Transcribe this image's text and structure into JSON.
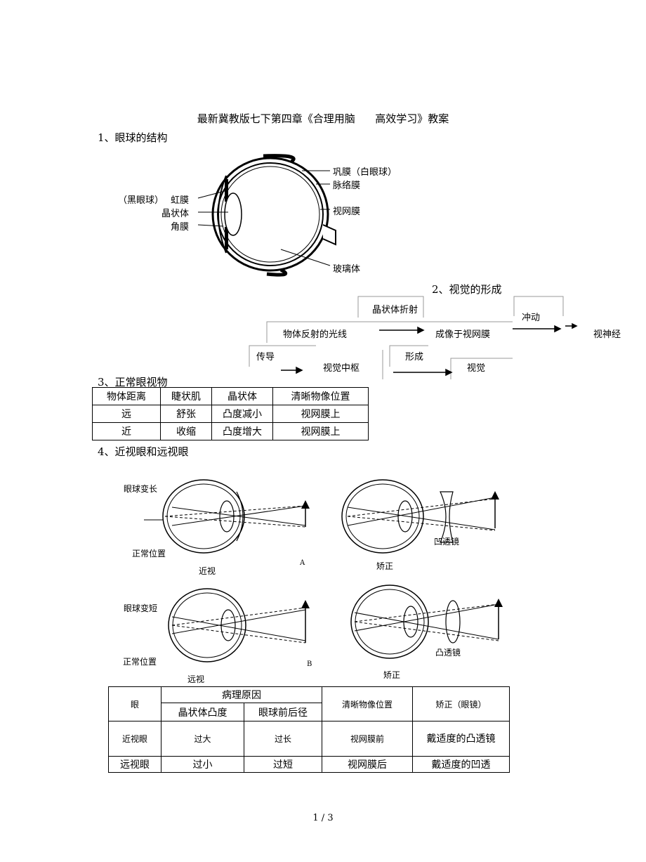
{
  "doc_title": "最新冀教版七下第四章《合理用脑      高效学习》教案",
  "section1": {
    "heading": "1、眼球的结构",
    "labels": {
      "sclera": "巩膜（白眼球）",
      "choroid": "脉络膜",
      "iris_prefix": "（黑眼球）",
      "iris": "虹膜",
      "lens": "晶状体",
      "cornea": "角膜",
      "retina": "视网膜",
      "vitreous": "玻璃体"
    }
  },
  "section2": {
    "heading": "2、视觉的形成",
    "flow": {
      "lens_refraction": "晶状体折射",
      "impulse": "冲动",
      "reflected_light": "物体反射的光线",
      "image_on_retina": "成像于视网膜",
      "optic_nerve": "视神经",
      "conduct": "传导",
      "form": "形成",
      "visual_center": "视觉中枢",
      "vision": "视觉"
    }
  },
  "section3": {
    "heading": "3、正常眼视物",
    "table": {
      "headers": [
        "物体距离",
        "睫状肌",
        "晶状体",
        "清晰物像位置"
      ],
      "rows": [
        [
          "远",
          "舒张",
          "凸度减小",
          "视网膜上"
        ],
        [
          "近",
          "收缩",
          "凸度增大",
          "视网膜上"
        ]
      ]
    }
  },
  "section4": {
    "heading": "4、近视眼和远视眼",
    "diagram_labels": {
      "eyeball_longer": "眼球变长",
      "normal_position_a": "正常位置",
      "myopia": "近视",
      "mark_a": "A",
      "correction_a": "矫正",
      "concave_lens": "凹透镜",
      "eyeball_shorter": "眼球变短",
      "normal_position_b": "正常位置",
      "hyperopia": "远视",
      "mark_b": "B",
      "correction_b": "矫正",
      "convex_lens": "凸透镜"
    },
    "table": {
      "col_eye": "眼",
      "col_cause": "病理原因",
      "col_cause_lens": "晶状体凸度",
      "col_cause_axis": "眼球前后径",
      "col_image": "清晰物像位置",
      "col_correct": "矫正（眼镜）",
      "rows": [
        [
          "近视眼",
          "过大",
          "过长",
          "视网膜前",
          "戴适度的凸透镜"
        ],
        [
          "远视眼",
          "过小",
          "过短",
          "视网膜后",
          "戴适度的凹透"
        ]
      ]
    }
  },
  "page_number": "1 / 3"
}
